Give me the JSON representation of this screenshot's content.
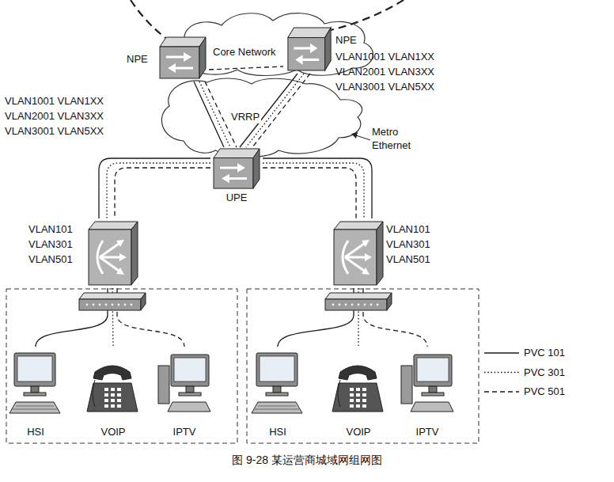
{
  "diagram": {
    "caption": "图 9-28 某运营商城域网组网图",
    "nodes": [
      {
        "text": [
          "Core Network"
        ]
      },
      {
        "text": [
          "NPE"
        ]
      },
      {
        "text": [
          "NPE"
        ]
      },
      {
        "text": [
          "UPE"
        ]
      },
      {
        "text": [
          "VLAN101",
          "VLAN301",
          "VLAN501"
        ]
      },
      {
        "text": [
          "VLAN101",
          "VLAN301",
          "VLAN501"
        ]
      },
      {
        "text": [
          "HSI"
        ]
      },
      {
        "text": [
          "VOIP"
        ]
      },
      {
        "text": [
          "IPTV"
        ]
      },
      {
        "text": [
          "HSI"
        ]
      },
      {
        "text": [
          "VOIP"
        ]
      },
      {
        "text": [
          "IPTV"
        ]
      }
    ],
    "edges": [
      {
        "from": 1,
        "to": 2,
        "arrow": "none"
      },
      {
        "from": 1,
        "to": 3,
        "arrow": "none"
      },
      {
        "from": 1,
        "to": 3,
        "arrow": "none"
      },
      {
        "from": 1,
        "to": 3,
        "arrow": "none"
      },
      {
        "from": 2,
        "to": 3,
        "arrow": "none"
      },
      {
        "from": 2,
        "to": 3,
        "arrow": "none"
      },
      {
        "from": 2,
        "to": 3,
        "arrow": "none"
      },
      {
        "from": 3,
        "to": 4,
        "arrow": "none"
      },
      {
        "from": 3,
        "to": 4,
        "arrow": "none"
      },
      {
        "from": 3,
        "to": 4,
        "arrow": "none"
      },
      {
        "from": 3,
        "to": 5,
        "arrow": "none"
      },
      {
        "from": 3,
        "to": 5,
        "arrow": "none"
      },
      {
        "from": 3,
        "to": 5,
        "arrow": "none"
      },
      {
        "from": 4,
        "to": 6,
        "arrow": "none"
      },
      {
        "from": 4,
        "to": 7,
        "arrow": "none"
      },
      {
        "from": 4,
        "to": 8,
        "arrow": "none"
      },
      {
        "from": 5,
        "to": 9,
        "arrow": "none"
      },
      {
        "from": 5,
        "to": 10,
        "arrow": "none"
      },
      {
        "from": 5,
        "to": 11,
        "arrow": "none"
      }
    ],
    "labels": [
      "VLAN1001 VLAN1XX",
      "VLAN2001 VLAN3XX",
      "VLAN3001 VLAN5XX",
      "VLAN1001 VLAN1XX",
      "VLAN2001 VLAN3XX",
      "VLAN3001 VLAN5XX",
      "VRRP",
      "Metro Ethernet"
    ],
    "legend": [
      {
        "text": "PVC 101"
      },
      {
        "text": "PVC 301"
      },
      {
        "text": "PVC 501"
      }
    ]
  }
}
